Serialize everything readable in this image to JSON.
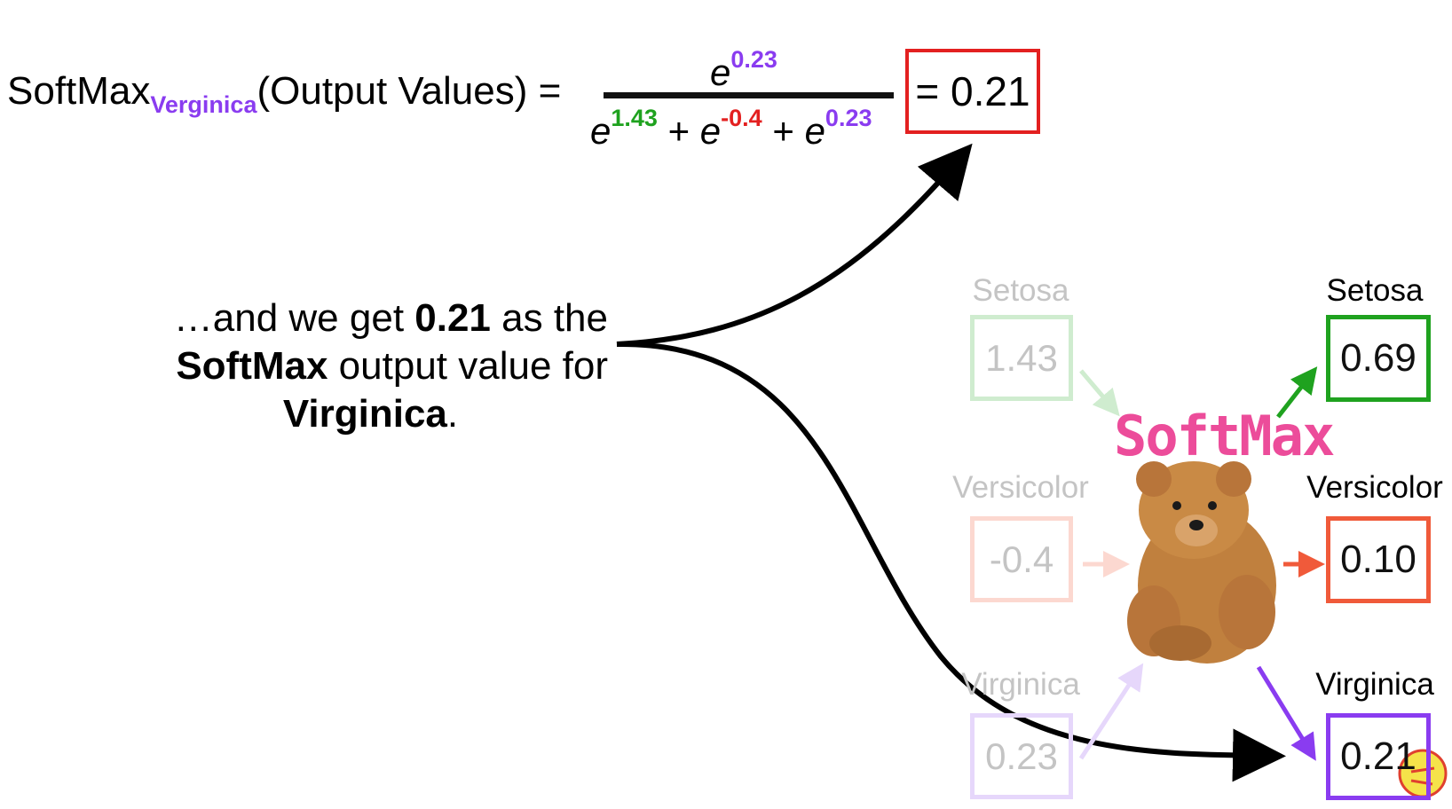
{
  "equation": {
    "lhs_fn": "SoftMax",
    "lhs_sub": "Verginica",
    "lhs_arg": "(Output Values) =",
    "numerator_base": "e",
    "numerator_exp": "0.23",
    "den_term1_base": "e",
    "den_term1_exp": "1.43",
    "den_plus1": "+",
    "den_term2_base": "e",
    "den_term2_exp": "-0.4",
    "den_plus2": "+",
    "den_term3_base": "e",
    "den_term3_exp": "0.23",
    "result": "= 0.21"
  },
  "caption": {
    "part1": "…and we get ",
    "bold1": "0.21",
    "part2": " as the",
    "bold2": "SoftMax",
    "part3": " output value for",
    "bold3": "Virginica",
    "part4": "."
  },
  "inputs": [
    {
      "label": "Setosa",
      "value": "1.43"
    },
    {
      "label": "Versicolor",
      "value": "-0.4"
    },
    {
      "label": "Virginica",
      "value": "0.23"
    }
  ],
  "softmax_label": "SoftMax",
  "outputs": [
    {
      "label": "Setosa",
      "value": "0.69"
    },
    {
      "label": "Versicolor",
      "value": "0.10"
    },
    {
      "label": "Virginica",
      "value": "0.21"
    }
  ],
  "colors": {
    "setosa": "#1fa21f",
    "versicolor": "#f05a3a",
    "virginica": "#8a3cf0",
    "result_border": "#e32020",
    "softmax_text": "#ec4c9a"
  }
}
